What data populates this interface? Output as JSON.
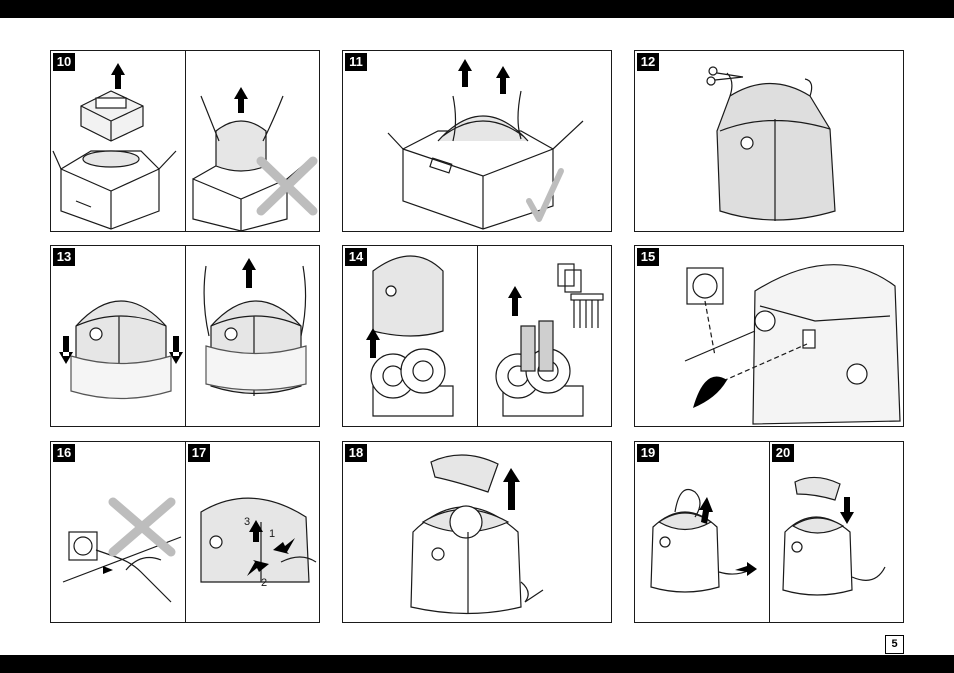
{
  "panels": {
    "p10": "10",
    "p11": "11",
    "p12": "12",
    "p13": "13",
    "p14": "14",
    "p15": "15",
    "p16": "16",
    "p17": "17",
    "p18": "18",
    "p19": "19",
    "p20": "20"
  },
  "step_labels": {
    "s1": "1",
    "s2": "2",
    "s3": "3"
  },
  "page_number": "5",
  "colors": {
    "bars": "#000000",
    "line": "#1a1a1a",
    "fill": "#e6e6e6",
    "mark": "#bdbdbd"
  }
}
